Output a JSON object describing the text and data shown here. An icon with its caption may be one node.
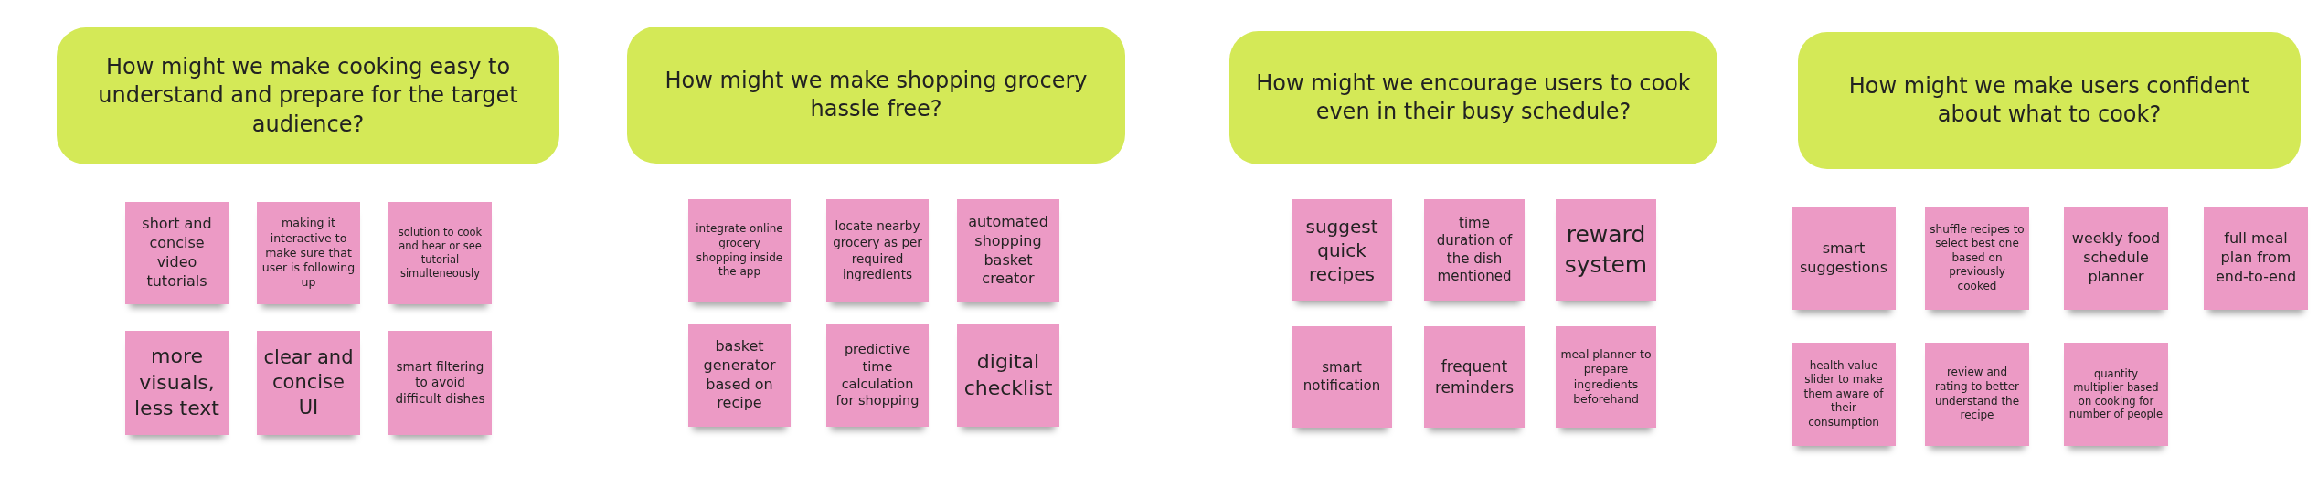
{
  "diagram": {
    "nodes": [
      {
        "text": [
          "How might we make cooking easy to understand and prepare for the target audience?"
        ]
      },
      {
        "text": [
          "short and concise video tutorials"
        ]
      },
      {
        "text": [
          "making it interactive to make sure that user is following up"
        ]
      },
      {
        "text": [
          "solution to cook and hear or see tutorial simulteneously"
        ]
      },
      {
        "text": [
          "more visuals, less text"
        ]
      },
      {
        "text": [
          "clear and concise UI"
        ]
      },
      {
        "text": [
          "smart filtering to avoid difficult dishes"
        ]
      },
      {
        "text": [
          "How might we make shopping grocery hassle free?"
        ]
      },
      {
        "text": [
          "integrate online grocery shopping inside the app"
        ]
      },
      {
        "text": [
          "locate nearby grocery as per required ingredients"
        ]
      },
      {
        "text": [
          "automated shopping basket creator"
        ]
      },
      {
        "text": [
          "basket generator based on recipe"
        ]
      },
      {
        "text": [
          "predictive time calculation for shopping"
        ]
      },
      {
        "text": [
          "digital checklist"
        ]
      },
      {
        "text": [
          "How might we encourage users to cook even in their busy schedule?"
        ]
      },
      {
        "text": [
          "suggest quick recipes"
        ]
      },
      {
        "text": [
          "time duration of the dish mentioned"
        ]
      },
      {
        "text": [
          "reward system"
        ]
      },
      {
        "text": [
          "smart notification"
        ]
      },
      {
        "text": [
          "frequent reminders"
        ]
      },
      {
        "text": [
          "meal planner to prepare ingredients beforehand"
        ]
      },
      {
        "text": [
          "How might we make users confident about what to cook?"
        ]
      },
      {
        "text": [
          "smart suggestions"
        ]
      },
      {
        "text": [
          "shuffle recipes to select best one based on previously cooked"
        ]
      },
      {
        "text": [
          "weekly food schedule planner"
        ]
      },
      {
        "text": [
          "full meal plan from end-to-end"
        ]
      },
      {
        "text": [
          "health value slider to make them aware of their consumption"
        ]
      },
      {
        "text": [
          "review and rating to better understand the recipe"
        ]
      },
      {
        "text": [
          "quantity multiplier based on cooking for number of people"
        ]
      }
    ]
  }
}
